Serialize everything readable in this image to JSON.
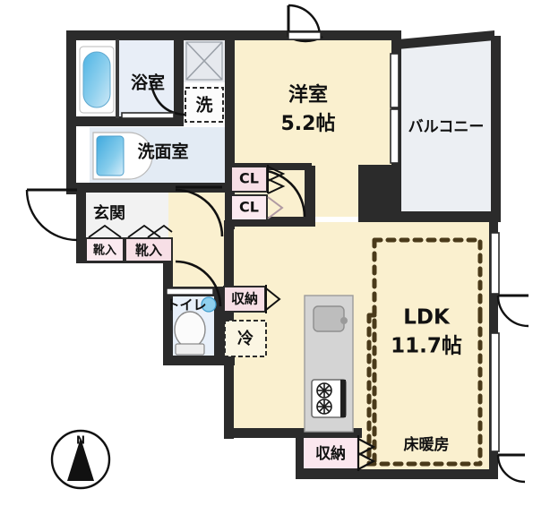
{
  "floorplan": {
    "type": "japanese-apartment-floorplan",
    "layout_name": "1LDK",
    "rooms": [
      {
        "id": "bathroom",
        "label": "浴室",
        "sub": "",
        "kind": "bath",
        "fill": "#e8eef7"
      },
      {
        "id": "washroom",
        "label": "洗面室",
        "sub": "",
        "kind": "washroom",
        "fill": "#e3ebf4"
      },
      {
        "id": "washer",
        "label": "洗",
        "sub": "",
        "kind": "washer-space",
        "fill": "#f7f7f7"
      },
      {
        "id": "bedroom",
        "label": "洋室",
        "sub": "5.2帖",
        "kind": "western-room",
        "fill": "#faf0cf"
      },
      {
        "id": "balcony",
        "label": "バルコニー",
        "sub": "",
        "kind": "balcony",
        "fill": "#eceff3"
      },
      {
        "id": "entrance",
        "label": "玄関",
        "sub": "",
        "kind": "genkan",
        "fill": "#f1f1f1"
      },
      {
        "id": "toilet",
        "label": "トイレ",
        "sub": "",
        "kind": "toilet",
        "fill": "#e8f0fa"
      },
      {
        "id": "ldk",
        "label": "LDK",
        "sub": "11.7帖",
        "kind": "living-dining-kitchen",
        "fill": "#faf0cf"
      }
    ],
    "closets": [
      {
        "id": "cl-upper",
        "label": "CL",
        "fill": "#f7dfe6"
      },
      {
        "id": "cl-lower",
        "label": "CL",
        "fill": "#fbeaf0"
      },
      {
        "id": "shoe-left",
        "label": "靴入",
        "fill": "#fbeaf0"
      },
      {
        "id": "shoe-right",
        "label": "靴入",
        "fill": "#f7dfe6"
      },
      {
        "id": "storage-hall",
        "label": "収納",
        "fill": "#f7dfe6"
      },
      {
        "id": "storage-bottom",
        "label": "収納",
        "fill": "#fbe7ee"
      }
    ],
    "markers": [
      {
        "id": "fridge-space",
        "label": "冷",
        "note": "refrigerator-space"
      },
      {
        "id": "floor-heating",
        "label": "床暖房",
        "note": "floor-heating-area"
      }
    ],
    "compass": {
      "label": "N",
      "direction": "north-up"
    },
    "colors": {
      "wall": "#2b2b2b",
      "room_cream": "#faf0cf",
      "water_blue": "#e2ecf7",
      "closet_pink": "#f7dfe6",
      "balcony_gray": "#eceff3",
      "kitchen_gray": "#d2d2d2",
      "tub_blue": "#6ec3e8",
      "text": "#111111",
      "background": "#ffffff"
    }
  }
}
